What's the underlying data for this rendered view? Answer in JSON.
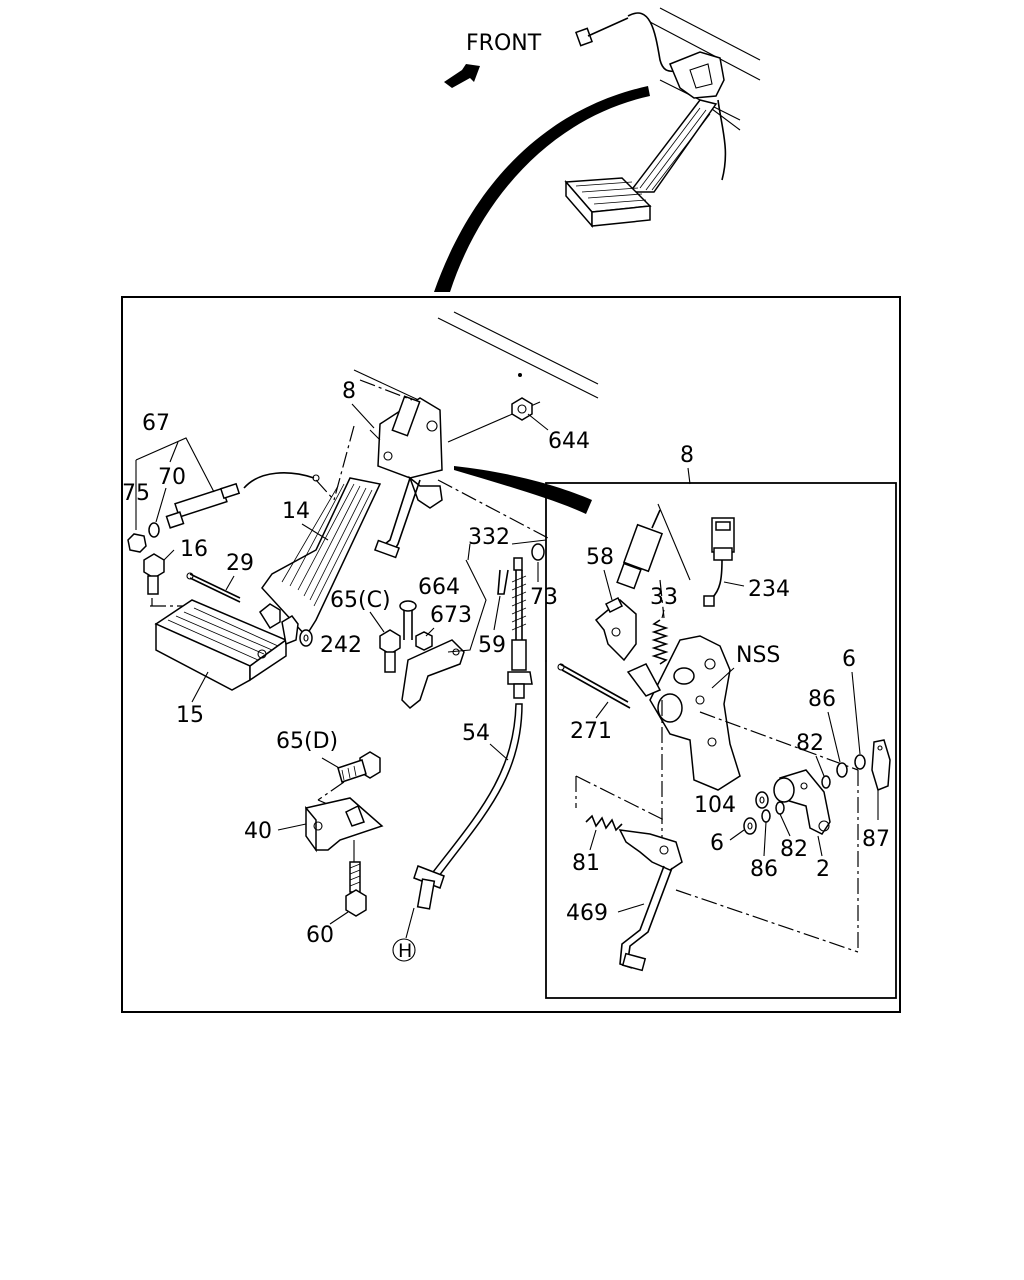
{
  "diagram": {
    "direction_label": "FRONT",
    "callouts": {
      "c644": "644",
      "c8_top": "8",
      "c67": "67",
      "c70": "70",
      "c75": "75",
      "c16": "16",
      "c14": "14",
      "c29": "29",
      "c332": "332",
      "c664": "664",
      "c65c": "65(C)",
      "c673": "673",
      "c73": "73",
      "c59": "59",
      "c242": "242",
      "c15": "15",
      "c54": "54",
      "c65d": "65(D)",
      "c40": "40",
      "c60": "60",
      "c_h": "H",
      "c8_detail": "8",
      "c58": "58",
      "c234": "234",
      "c33": "33",
      "c_nss": "NSS",
      "c6_a": "6",
      "c86_a": "86",
      "c271": "271",
      "c82_a": "82",
      "c104": "104",
      "c6_b": "6",
      "c86_b": "86",
      "c82_b": "82",
      "c2": "2",
      "c87": "87",
      "c81": "81",
      "c469": "469"
    }
  }
}
